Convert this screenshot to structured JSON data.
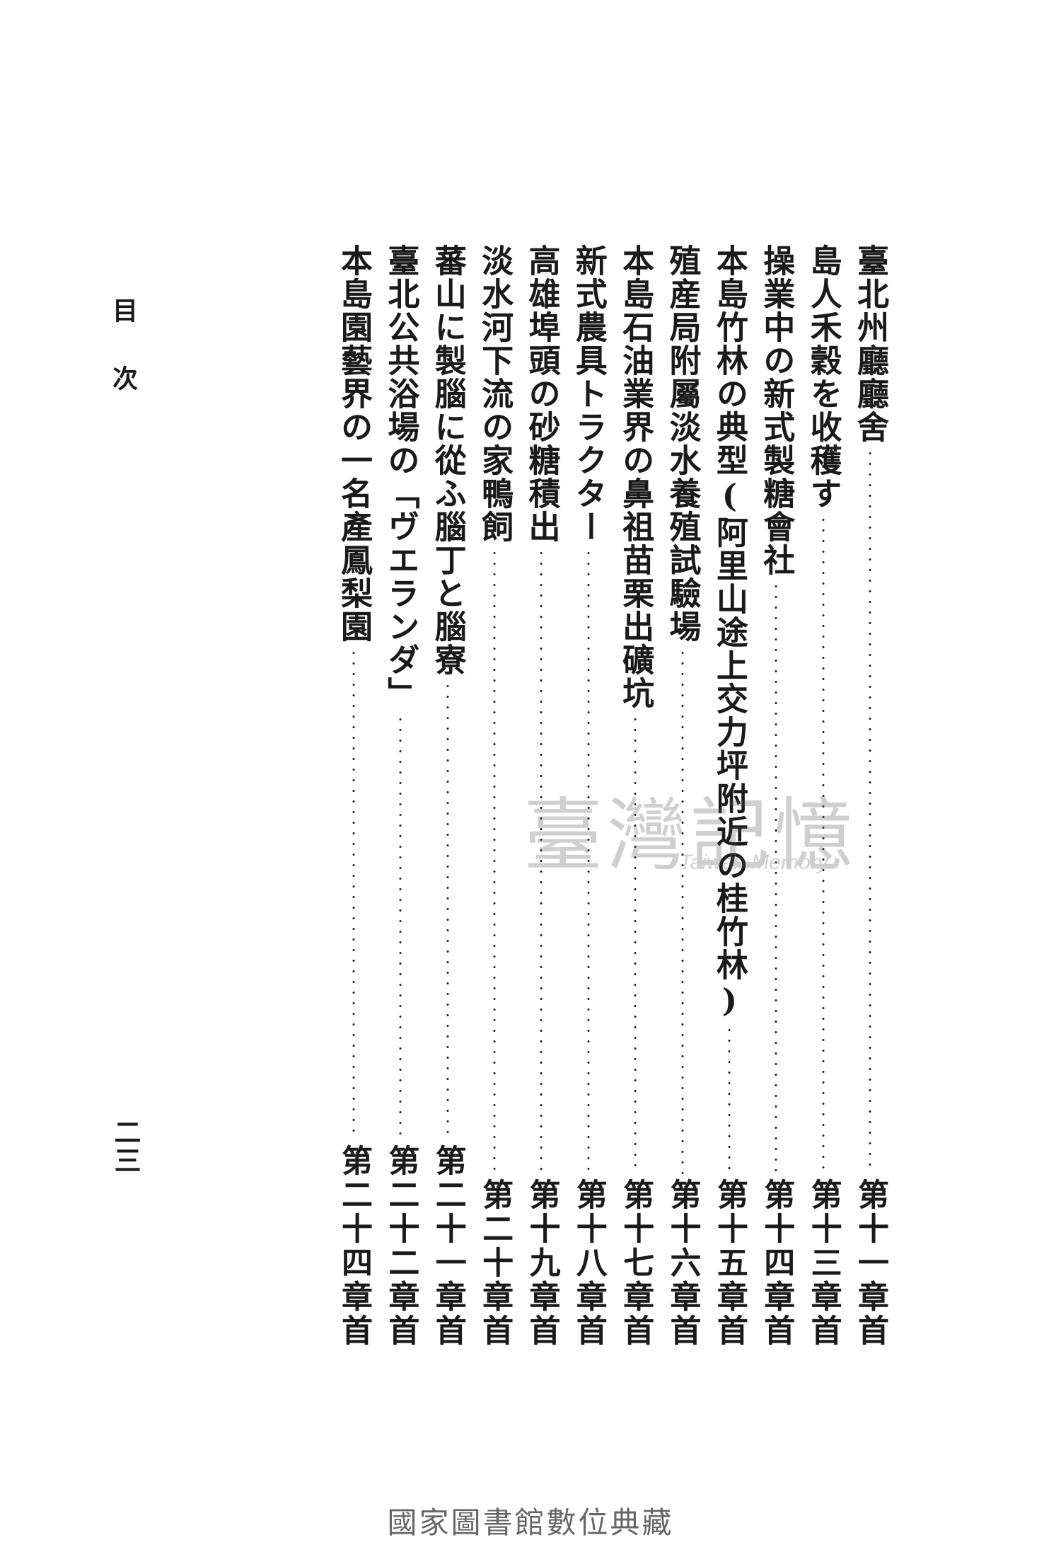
{
  "header": {
    "section_label": "目次",
    "page_number": "二三"
  },
  "entries": [
    {
      "title": "臺北州廳廳舍",
      "page": "第十一章首"
    },
    {
      "title": "島人禾穀を收穫す",
      "page": "第十三章首"
    },
    {
      "title": "操業中の新式製糖會社",
      "page": "第十四章首"
    },
    {
      "title": "本島竹林の典型(阿里山途上交力坪附近の桂竹林)",
      "page": "第十五章首"
    },
    {
      "title": "殖産局附屬淡水養殖試驗場",
      "page": "第十六章首"
    },
    {
      "title": "本島石油業界の鼻祖苗栗出礦坑",
      "page": "第十七章首"
    },
    {
      "title": "新式農具トラクター",
      "page": "第十八章首"
    },
    {
      "title": "高雄埠頭の砂糖積出",
      "page": "第十九章首"
    },
    {
      "title": "淡水河下流の家鴨飼",
      "page": "第二十章首"
    },
    {
      "title": "蕃山に製腦に從ふ腦丁と腦寮",
      "page": "第二十一章首"
    },
    {
      "title": "臺北公共浴場の「ヴエランダ」",
      "page": "第二十二章首"
    },
    {
      "title": "本島園藝界の一名產鳳梨園",
      "page": "第二十四章首"
    }
  ],
  "watermark": {
    "text": "臺灣記憶",
    "sub": "Taiwan Memory"
  },
  "footer": {
    "library": "國家圖書館數位典藏"
  }
}
